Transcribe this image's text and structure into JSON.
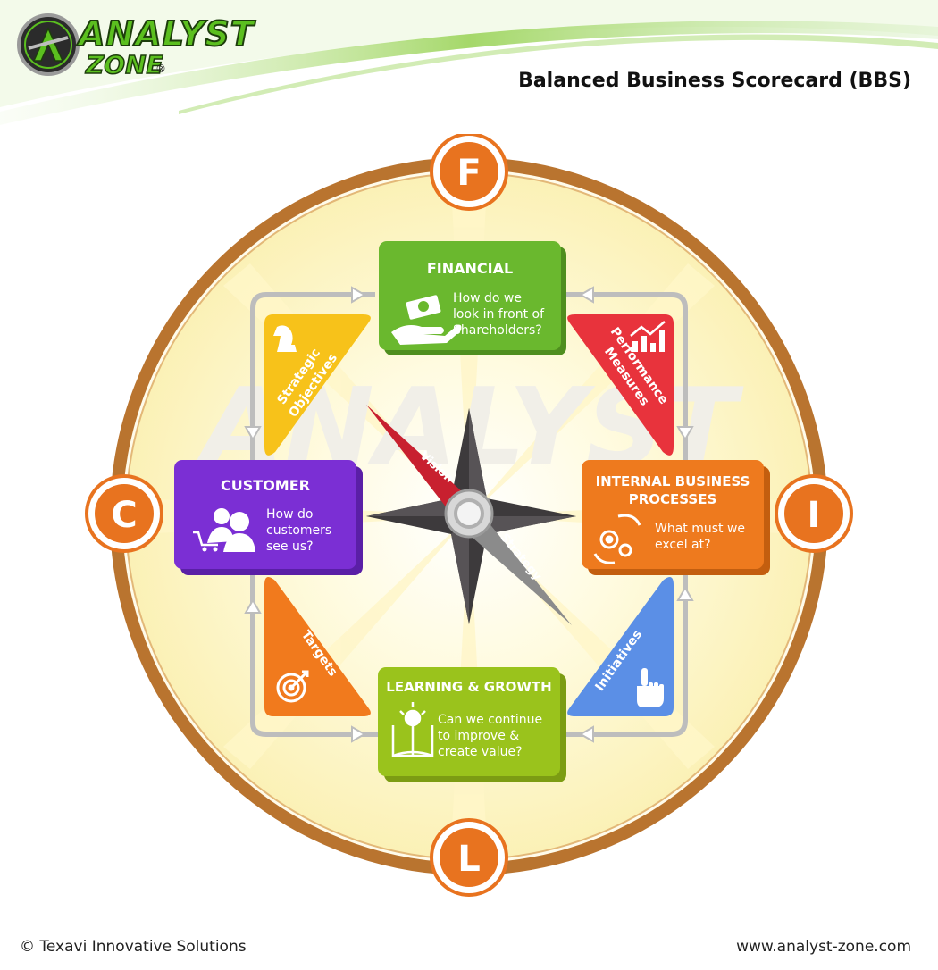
{
  "brand": {
    "line1": "ANALYST",
    "line2": "ZONE",
    "registered": "®"
  },
  "page_title": "Balanced Business Scorecard (BBS)",
  "footer": {
    "copyright": "© Texavi Innovative Solutions",
    "website": "www.analyst-zone.com"
  },
  "badges": {
    "top": "F",
    "left": "C",
    "right": "I",
    "bottom": "L"
  },
  "perspectives": {
    "financial": {
      "title": "FINANCIAL",
      "question": [
        "How do we",
        "look in front of",
        "Shareholders?"
      ],
      "color": "#6ab82e"
    },
    "customer": {
      "title": "CUSTOMER",
      "question": [
        "How do",
        "customers",
        "see us?"
      ],
      "color": "#7b2fd4"
    },
    "internal": {
      "title": [
        "INTERNAL BUSINESS",
        "PROCESSES"
      ],
      "question": [
        "What must we",
        "excel at?"
      ],
      "color": "#ee7a1e"
    },
    "learning": {
      "title": "LEARNING & GROWTH",
      "question": [
        "Can we continue",
        "to improve &",
        "create value?"
      ],
      "color": "#9ac31c"
    }
  },
  "elements": {
    "strategic_objectives": {
      "lines": [
        "Strategic",
        "Objectives"
      ],
      "color": "#f7c21a"
    },
    "performance_measures": {
      "lines": [
        "Performance",
        "Measures"
      ],
      "color": "#e8333c"
    },
    "targets": {
      "lines": [
        "Targets"
      ],
      "color": "#f17a1d"
    },
    "initiatives": {
      "lines": [
        "Initiatives"
      ],
      "color": "#5b8fe6"
    }
  },
  "compass": {
    "vision": "Vision",
    "strategy": "Strategy"
  },
  "colors": {
    "ring": "#b9742f",
    "badge": "#e8731f",
    "glow": "#fff7c2"
  }
}
